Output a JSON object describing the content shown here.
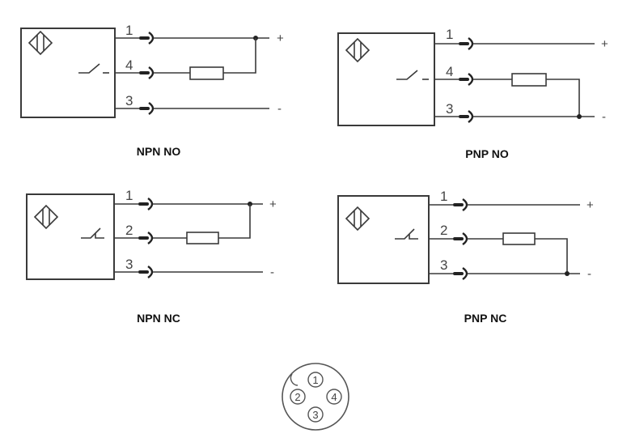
{
  "diagrams": [
    {
      "id": "npn-no",
      "title": "NPN NO",
      "output": "NPN",
      "contact": "NO",
      "pins": [
        {
          "label": "1",
          "terminal": "+"
        },
        {
          "label": "4",
          "terminal": ""
        },
        {
          "label": "3",
          "terminal": "-"
        }
      ],
      "load_between": [
        "4",
        "+"
      ]
    },
    {
      "id": "pnp-no",
      "title": "PNP NO",
      "output": "PNP",
      "contact": "NO",
      "pins": [
        {
          "label": "1",
          "terminal": "+"
        },
        {
          "label": "4",
          "terminal": ""
        },
        {
          "label": "3",
          "terminal": "-"
        }
      ],
      "load_between": [
        "4",
        "-"
      ]
    },
    {
      "id": "npn-nc",
      "title": "NPN NC",
      "output": "NPN",
      "contact": "NC",
      "pins": [
        {
          "label": "1",
          "terminal": "+"
        },
        {
          "label": "2",
          "terminal": ""
        },
        {
          "label": "3",
          "terminal": "-"
        }
      ],
      "load_between": [
        "2",
        "+"
      ]
    },
    {
      "id": "pnp-nc",
      "title": "PNP NC",
      "output": "PNP",
      "contact": "NC",
      "pins": [
        {
          "label": "1",
          "terminal": "+"
        },
        {
          "label": "2",
          "terminal": ""
        },
        {
          "label": "3",
          "terminal": "-"
        }
      ],
      "load_between": [
        "2",
        "-"
      ]
    }
  ],
  "connector": {
    "pin_labels": [
      "1",
      "2",
      "3",
      "4"
    ]
  }
}
